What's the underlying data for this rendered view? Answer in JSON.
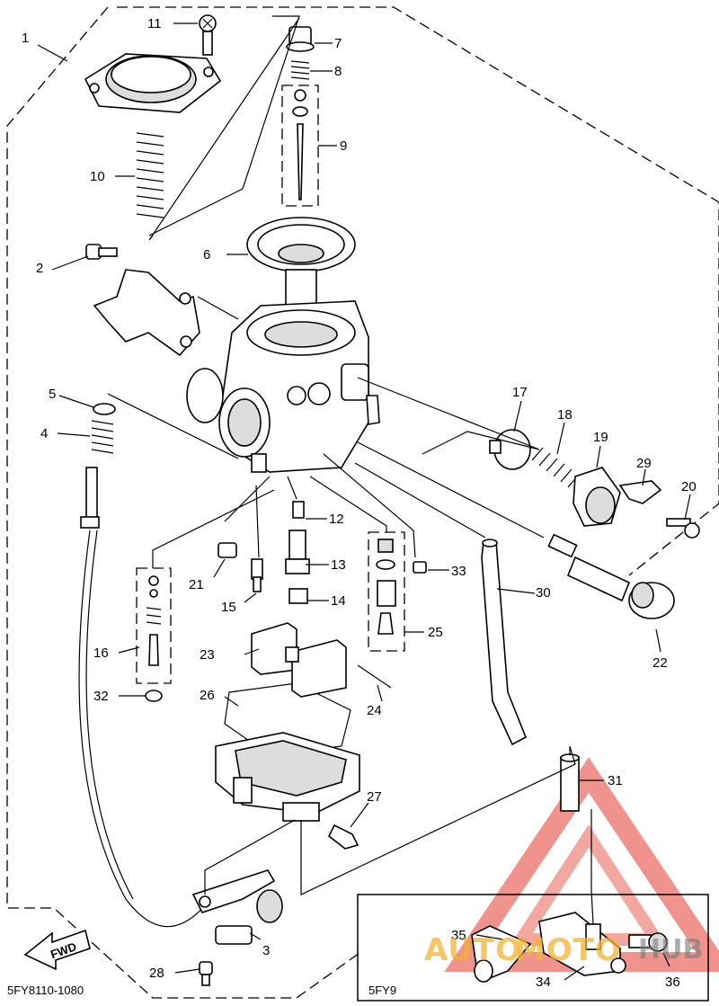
{
  "diagram": {
    "diagram_code": "5FY8110-1080",
    "fwd_label": "FWD",
    "inset_label": "5FY9",
    "watermark": {
      "part1": "AUTO",
      "part2": "MOTO",
      "part3": "HUB",
      "color": "#f2b233",
      "triangle_color": "#e23b2e"
    },
    "callouts": [
      {
        "id": "c1",
        "text": "1"
      },
      {
        "id": "c2",
        "text": "2"
      },
      {
        "id": "c3",
        "text": "3"
      },
      {
        "id": "c4",
        "text": "4"
      },
      {
        "id": "c5",
        "text": "5"
      },
      {
        "id": "c6",
        "text": "6"
      },
      {
        "id": "c7",
        "text": "7"
      },
      {
        "id": "c8",
        "text": "8"
      },
      {
        "id": "c9",
        "text": "9"
      },
      {
        "id": "c10",
        "text": "10"
      },
      {
        "id": "c11",
        "text": "11"
      },
      {
        "id": "c12",
        "text": "12"
      },
      {
        "id": "c13",
        "text": "13"
      },
      {
        "id": "c14",
        "text": "14"
      },
      {
        "id": "c15",
        "text": "15"
      },
      {
        "id": "c16",
        "text": "16"
      },
      {
        "id": "c17",
        "text": "17"
      },
      {
        "id": "c18",
        "text": "18"
      },
      {
        "id": "c19",
        "text": "19"
      },
      {
        "id": "c20",
        "text": "20"
      },
      {
        "id": "c21",
        "text": "21"
      },
      {
        "id": "c22",
        "text": "22"
      },
      {
        "id": "c23",
        "text": "23"
      },
      {
        "id": "c24",
        "text": "24"
      },
      {
        "id": "c25",
        "text": "25"
      },
      {
        "id": "c26",
        "text": "26"
      },
      {
        "id": "c27",
        "text": "27"
      },
      {
        "id": "c28",
        "text": "28"
      },
      {
        "id": "c29",
        "text": "29"
      },
      {
        "id": "c30",
        "text": "30"
      },
      {
        "id": "c31",
        "text": "31"
      },
      {
        "id": "c32",
        "text": "32"
      },
      {
        "id": "c33",
        "text": "33"
      },
      {
        "id": "c34",
        "text": "34"
      },
      {
        "id": "c35",
        "text": "35"
      },
      {
        "id": "c36",
        "text": "36"
      }
    ]
  }
}
